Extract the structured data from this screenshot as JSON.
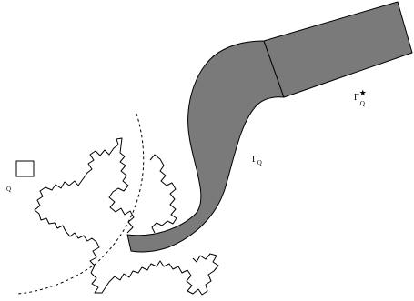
{
  "labels": {
    "square": "Q",
    "gamma": "Γ",
    "gamma_sub": "Q",
    "gamma_star": "Γ",
    "gamma_star_sub": "Q",
    "gamma_star_sup": "★"
  },
  "colors": {
    "tube_fill": "#7a7a7a",
    "stroke": "#000000",
    "background": "#ffffff"
  }
}
